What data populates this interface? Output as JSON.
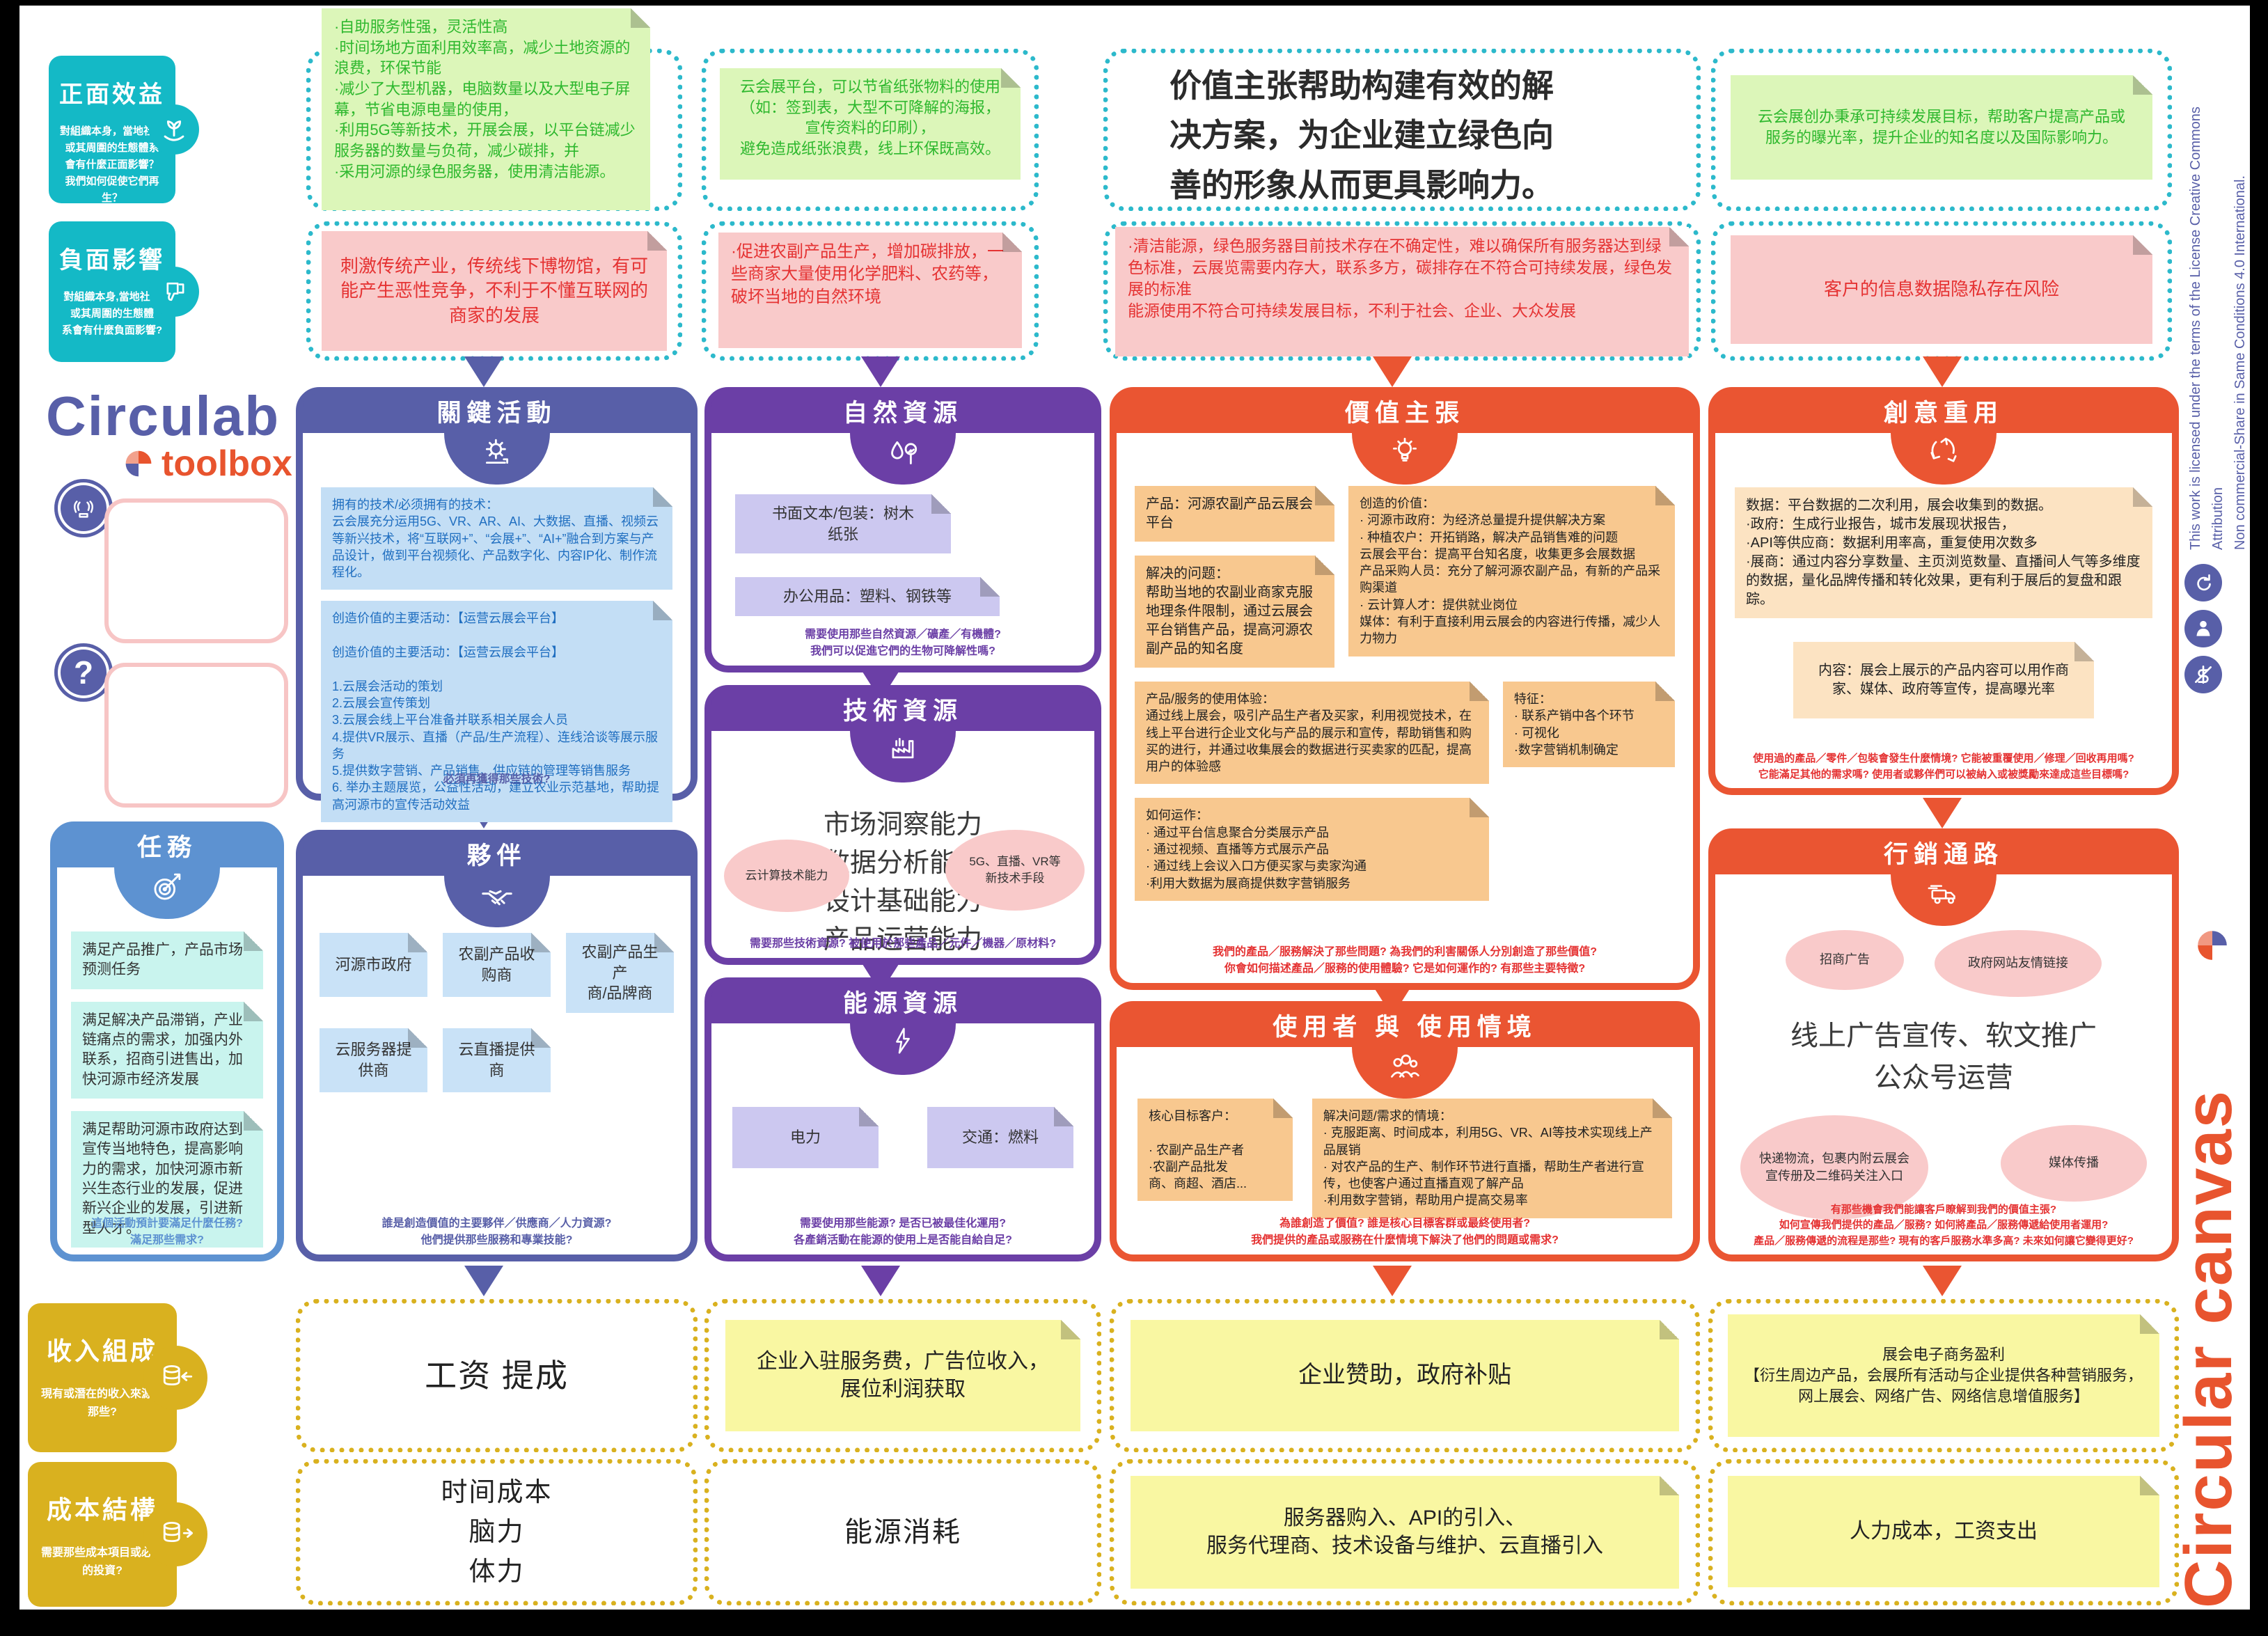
{
  "brand": {
    "circulab": "Circulab",
    "toolbox": "toolbox",
    "canvas_title": "Circular canvas",
    "license": "This work is licensed under the terms of the License Creative Commons Attribution\nNon commercial-Share in Same Conditions 4.0 International."
  },
  "impacts": {
    "positive": {
      "title": "正面效益",
      "prompt": "對組織本身，當地社區或其周圍的生態體系\n會有什麼正面影響？\n我們如何促使它們再生？",
      "notes": [
        "·自助服务性强，灵活性高\n·时间场地方面利用效率高，减少土地资源的浪费，环保节能\n·减少了大型机器，电脑数量以及大型电子屏幕，节省电源电量的使用，\n·利用5G等新技术，开展会展，以平台链减少服务器的数量与负荷，减少碳排，并\n·采用河源的绿色服务器，使用清洁能源。",
        "云会展平台，可以节省纸张物料的使用\n（如：签到表，大型不可降解的海报，\n宣传资料的印刷），\n避免造成纸张浪费，线上环保既高效。",
        "云会展创办秉承可持续发展目标，帮助客户提高产品或\n服务的曝光率，提升企业的知名度以及国际影响力。"
      ],
      "statement": "价值主张帮助构建有效的解\n决方案，为企业建立绿色向\n善的形象从而更具影响力。"
    },
    "negative": {
      "title": "負面影響",
      "prompt": "對組織本身,當地社區或其周圍的生態體\n系會有什麼負面影響?",
      "notes": [
        "刺激传统产业，传统线下博物馆，有可能产生恶性竞争，不利于不懂互联网的商家的发展",
        "·促进农副产品生产，增加碳排放，一些商家大量使用化学肥料、农药等，破坏当地的自然环境",
        "·清洁能源，绿色服务器目前技术存在不确定性，难以确保所有服务器达到绿色标准，云展览需要内存大，联系多方，碳排存在不符合可持续发展，绿色发展的标准\n能源使用不符合可持续发展目标，不利于社会、企业、大众发展",
        "客户的信息数据隐私存在风险"
      ]
    }
  },
  "sections": {
    "key_activities": {
      "title": "關鍵活動",
      "notes": [
        "拥有的技术/必须拥有的技术：\n云会展充分运用5G、VR、AR、AI、大数据、直播、视频云等新兴技术，将“互联网+”、“会展+”、“AI+”融合到方案与产品设计，做到平台视频化、产品数字化、内容IP化、制作流程化。",
        "创造价值的主要活动：【运营云展会平台】\n\n创造价值的主要活动：【运营云展会平台】\n\n1.云展会活动的策划\n2.云展会宣传策划\n3.云展会线上平台准备并联系相关展会人员\n4.提供VR展示、直播（产品/生产流程）、连线洽谈等展示服务\n5.提供数字营销、产品销售、供应链的管理等销售服务\n6. 举办主题展览，公益性活动，建立农业示范基地，帮助提高河源市的宣传活动效益"
      ],
      "footer": "必須再獲得那些技術?"
    },
    "partners": {
      "title": "夥伴",
      "notes": [
        "河源市政府",
        "农副产品收购商",
        "农副产品生产\n商/品牌商",
        "云服务器提供商",
        "云直播提供商"
      ],
      "footer": "誰是創造價值的主要夥伴／供應商／人力資源?\n他們提供那些服務和專業技能?"
    },
    "mission": {
      "title": "任務",
      "notes": [
        "满足产品推广，产品市场预测任务",
        "满足解决产品滞销，产业链痛点的需求，加强内外联系，招商引进售出，加快河源市经济发展",
        "满足帮助河源市政府达到宣传当地特色，提高影响力的需求，加快河源市新兴生态行业的发展，促进新兴企业的发展，引进新型人才。"
      ],
      "footer": "這個活動預計要滿足什麼任務?\n滿足那些需求?"
    },
    "natural_resources": {
      "title": "自然資源",
      "notes": [
        "书面文本/包装：树木\n纸张",
        "办公用品：塑料、钢铁等"
      ],
      "footer": "需要使用那些自然資源／礦產／有機體?\n我們可以促進它們的生物可降解性嗎?"
    },
    "technical_resources": {
      "title": "技術資源",
      "bubbles": [
        "云计算技术能力",
        "5G、直播、VR等\n新技术手段"
      ],
      "main": "市场洞察能力\n数据分析能力\n设计基础能力\n产品运营能力",
      "footer": "需要那些技術資源? 被使用於那些產品／元件／機器／原材料?"
    },
    "energy_resources": {
      "title": "能源資源",
      "notes": [
        "电力",
        "交通：燃料"
      ],
      "footer": "需要使用那些能源? 是否已被最佳化運用?\n各產銷活動在能源的使用上是否能自給自足?"
    },
    "value_proposition": {
      "title": "價值主張",
      "product": "产品：河源农副产品云展会平台",
      "problems": "解决的问题：\n帮助当地的农副业商家克服地理条件限制，通过云展会平台销售产品，提高河源农副产品的知名度",
      "value_created": "创造的价值：\n· 河源市政府：为经济总量提升提供解决方案\n· 种植农户：开拓销路，解决产品销售难的问题\n云展会平台：提高平台知名度，收集更多会展数据\n产品采购人员：充分了解河源农副产品，有新的产品采购渠道\n· 云计算人才：提供就业岗位\n媒体：有利于直接利用云展会的内容进行传播，减少人力物力",
      "experience": "产品/服务的使用体验：\n通过线上展会，吸引产品生产者及买家，利用视觉技术，在线上平台进行企业文化与产品的展示和宣传，帮助销售和购买的进行，并通过收集展会的数据进行买卖家的匹配，提高用户的体验感",
      "features": "特征：\n· 联系产销中各个环节\n· 可视化\n·数字营销机制确定",
      "how_it_works": "如何运作：\n· 通过平台信息聚合分类展示产品\n· 通过视频、直播等方式展示产品\n· 通过线上会议入口方便买家与卖家沟通\n·利用大数据为展商提供数字营销服务",
      "footer": "我們的產品／服務解決了那些問題? 為我們的利害關係人分別創造了那些價值?\n你會如何描述產品／服務的使用體驗? 它是如何運作的? 有那些主要特徵?"
    },
    "users": {
      "title": "使用者 與 使用情境",
      "core_customers": "核心目标客户：\n\n· 农副产品生产者\n·农副产品批发\n商、商超、酒店...",
      "contexts": "解决问题/需求的情境：\n· 克服距离、时间成本，利用5G、VR、AI等技术实现线上产品展销\n· 对农产品的生产、制作环节进行直播，帮助生产者进行宣传，也使客户通过直播直观了解产品\n·利用数字营销，帮助用户提高交易率",
      "footer": "為誰創造了價值? 誰是核心目標客群或最終使用者?\n我們提供的產品或服務在什麼情境下解決了他們的問題或需求?"
    },
    "creative_reuse": {
      "title": "創意重用",
      "notes": [
        "数据：平台数据的二次利用，展会收集到的数据。\n·政府：生成行业报告，城市发展现状报告，\n·API等供应商：数据利用率高，重复使用次数多\n·展商：通过内容分享数量、主页浏览数量、直播间人气等多维度的数据，量化品牌传播和转化效果，更有利于展后的复盘和跟踪。",
        "内容：展会上展示的产品内容可以用作商家、媒体、政府等宣传，提高曝光率"
      ],
      "footer": "使用過的產品／零件／包裝會發生什麼情境? 它能被重覆使用／修理／回收再用嗎?\n它能滿足其他的需求嗎? 使用者或夥伴們可以被納入或被獎勵來達成這些目標嗎?"
    },
    "marketing": {
      "title": "行銷通路",
      "bubbles": [
        "招商广告",
        "政府网站友情链接",
        "快递物流，包裹内附云展会宣传册及二维码关注入口",
        "媒体传播"
      ],
      "main": "线上广告宣传、软文推广\n公众号运营",
      "footer": "有那些機會我們能讓客戶瞭解到我們的價值主張?\n如何宣傳我們提供的產品／服務? 如何將產品／服務傳遞給使用者運用?\n產品／服務傳遞的流程是那些? 現有的客戶服務水準多高? 未來如何讓它變得更好?"
    }
  },
  "revenue": {
    "title": "收入組成",
    "prompt": "現有或潛在的收入來源有那些?",
    "cells": [
      "工资  提成",
      "企业入驻服务费，广告位收入，\n展位利润获取",
      "企业赞助，政府补贴",
      "展会电子商务盈利\n【衍生周边产品，会展所有活动与企业提供各种营销服务，网上展会、网络广告、网络信息增值服务】"
    ]
  },
  "costs": {
    "title": "成本結構",
    "prompt": "需要那些成本項目或必要的投資?",
    "cells": [
      "时间成本\n脑力\n体力",
      "能源消耗",
      "服务器购入、API的引入、\n服务代理商、技术设备与维护、云直播引入",
      "人力成本，工资支出"
    ]
  },
  "colors": {
    "teal": "#14b9c6",
    "indigo": "#585fa8",
    "violet": "#6b3fa6",
    "blue": "#5d92d1",
    "orange": "#ea5532",
    "gold": "#d9b11f",
    "green_text": "#2eb82e",
    "red_text": "#e53333"
  }
}
